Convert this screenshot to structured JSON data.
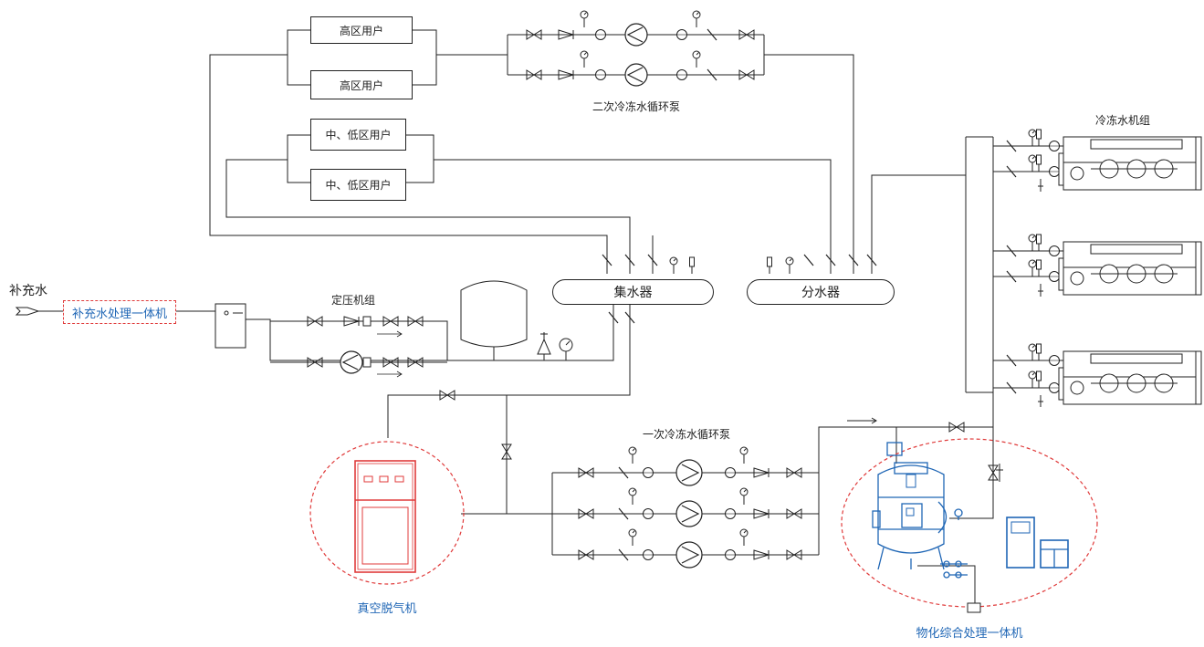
{
  "labels": {
    "makeup_water": "补充水",
    "makeup_unit": "补充水处理一体机",
    "pressure_unit": "定压机组",
    "collector": "集水器",
    "distributor": "分水器",
    "secondary_pumps": "二次冷冻水循环泵",
    "primary_pumps": "一次冷冻水循环泵",
    "chillers": "冷冻水机组",
    "vacuum_degasser": "真空脱气机",
    "physchem_unit": "物化综合处理一体机"
  },
  "users": {
    "high_1": "高区用户",
    "high_2": "高区用户",
    "midlow_1": "中、低区用户",
    "midlow_2": "中、低区用户"
  },
  "colors": {
    "line": "#222222",
    "highlight_red": "#e03b3b",
    "equipment_blue": "#1f66b5",
    "label_blue": "#1f66b5"
  }
}
